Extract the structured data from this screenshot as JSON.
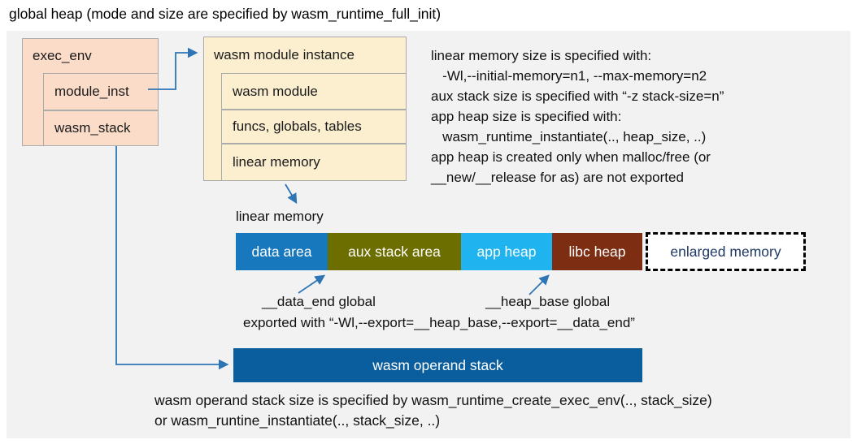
{
  "title": "global heap (mode and size are specified by wasm_runtime_full_init)",
  "colors": {
    "canvas": "#F2F2F2",
    "peach": "#FADCC9",
    "cream": "#FCEFD0",
    "box_border": "#ABABAB",
    "arrow": "#2E75B6",
    "operand_stack_bar": "#0A5E9E",
    "enlarged_text": "#1F3864"
  },
  "exec_env": {
    "title": "exec_env",
    "rows": [
      "module_inst",
      "wasm_stack"
    ]
  },
  "module_instance": {
    "title": "wasm module instance",
    "rows": [
      "wasm module",
      "funcs, globals, tables",
      "linear memory"
    ]
  },
  "info": {
    "lines": [
      "linear memory size is specified with:",
      "   -Wl,--initial-memory=n1, --max-memory=n2",
      "aux stack size is specified with “-z stack-size=n”",
      "app heap size is specified with:",
      "   wasm_runtime_instantiate(.., heap_size, ..)",
      "app heap is created only when malloc/free (or",
      "__new/__release for as) are not exported"
    ]
  },
  "linear_memory": {
    "label": "linear memory",
    "segments": [
      {
        "label": "data area",
        "color": "#1778BE"
      },
      {
        "label": "aux stack area",
        "color": "#6D6E00"
      },
      {
        "label": "app heap",
        "color": "#1FB4F0"
      },
      {
        "label": "libc heap",
        "color": "#7C2D12"
      },
      {
        "label": "enlarged memory",
        "color": "#FFFFFF"
      }
    ]
  },
  "annotations": {
    "data_end": "__data_end global",
    "heap_base": "__heap_base global",
    "exported": "exported with “-Wl,--export=__heap_base,--export=__data_end”"
  },
  "operand_stack": {
    "label": "wasm operand stack"
  },
  "footer": {
    "lines": [
      "wasm operand stack size is specified by wasm_runtime_create_exec_env(.., stack_size)",
      "or wasm_runtine_instantiate(.., stack_size, ..)"
    ]
  }
}
